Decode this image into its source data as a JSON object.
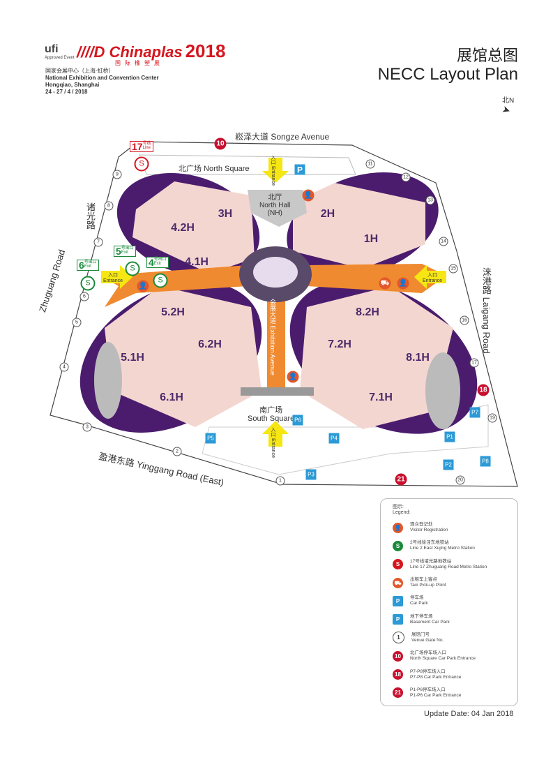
{
  "header": {
    "ufi": "ufi",
    "ufi_sub": "Approved Event",
    "brand": "Chinaplas",
    "brand_cn": "国际橡塑展",
    "year": "2018",
    "venue_cn": "国家会展中心（上海·虹桥）",
    "venue_en": "National Exhibition and Convention Center",
    "city": "Hongqiao, Shanghai",
    "dates": "24 - 27 / 4 / 2018",
    "title_cn": "展馆总图",
    "title_en": "NECC Layout Plan",
    "north": "北N"
  },
  "map": {
    "roads": {
      "north": "崧泽大道 Songze Avenue",
      "west_cn": "诸光路",
      "west_en": "Zhuguang Road",
      "east_cn": "涞港路",
      "east_en": "Laigang Road",
      "south": "盈港东路 Yinggang Road (East)",
      "center_cn": "会展大道",
      "center_en": "Exhibition Avenue"
    },
    "areas": {
      "north_square": "北广场 North Square",
      "south_square_cn": "南广场",
      "south_square_en": "South Square",
      "north_hall_cn": "北厅",
      "north_hall_en": "North Hall",
      "north_hall_abbr": "(NH)"
    },
    "halls": [
      "3H",
      "4.2H",
      "4.1H",
      "2H",
      "1H",
      "5.2H",
      "6.2H",
      "5.1H",
      "6.1H",
      "8.2H",
      "7.2H",
      "8.1H",
      "7.1H"
    ],
    "entrance_cn": "入口",
    "entrance_en": "Entrance",
    "exits": [
      {
        "num": "6",
        "cn": "号出口",
        "en": "Exit"
      },
      {
        "num": "5",
        "cn": "号出口",
        "en": "Exit"
      },
      {
        "num": "4",
        "cn": "号出口",
        "en": "Exit"
      }
    ],
    "line17": {
      "num": "17",
      "cn": "号线",
      "en": "Line"
    },
    "gates": [
      "1",
      "2",
      "3",
      "4",
      "5",
      "6",
      "7",
      "8",
      "9",
      "11",
      "12",
      "13",
      "14",
      "15",
      "16",
      "17",
      "19",
      "20"
    ],
    "car_entrances": [
      "10",
      "18",
      "21"
    ],
    "parking": [
      "P",
      "P5",
      "P6",
      "P4",
      "P3",
      "P1",
      "P2",
      "P7",
      "P8"
    ]
  },
  "legend": {
    "title_cn": "图示:",
    "title_en": "Legend:",
    "items": [
      {
        "icon": "visitor-registration-icon",
        "symbol": "👤",
        "color": "#e2572b",
        "cn": "观众登记处",
        "en": "Visitor Registration"
      },
      {
        "icon": "metro-line2-icon",
        "symbol": "S",
        "color": "#1a8a3a",
        "cn": "2号线徐泾东地铁站",
        "en": "Line 2 East Xujing Metro Station"
      },
      {
        "icon": "metro-line17-icon",
        "symbol": "S",
        "color": "#d5161e",
        "cn": "17号线诸光路地铁站",
        "en": "Line 17 Zhuguang Road Metro Station"
      },
      {
        "icon": "taxi-icon",
        "symbol": "⛟",
        "color": "#e2572b",
        "cn": "出租车上客点",
        "en": "Taxi Pick-up Point"
      },
      {
        "icon": "car-park-icon",
        "symbol": "P",
        "color": "#2b9ad6",
        "cn": "停车场",
        "en": "Car Park"
      },
      {
        "icon": "basement-car-park-icon",
        "symbol": "P",
        "color": "#2b9ad6",
        "cn": "地下停车场",
        "en": "Basement Car Park"
      },
      {
        "icon": "venue-gate-icon",
        "symbol": "1",
        "color": "#ffffff",
        "cn": "展馆门号",
        "en": "Venue Gate No."
      },
      {
        "icon": "north-square-entrance-icon",
        "symbol": "10",
        "color": "#c8102e",
        "cn": "北广场停车场入口",
        "en": "North Square Car Park Entrance"
      },
      {
        "icon": "p7-p8-entrance-icon",
        "symbol": "18",
        "color": "#c8102e",
        "cn": "P7-P8停车场入口",
        "en": "P7-P8 Car Park Entrance"
      },
      {
        "icon": "p1-p6-entrance-icon",
        "symbol": "21",
        "color": "#c8102e",
        "cn": "P1-P6停车场入口",
        "en": "P1-P6 Car Park Entrance"
      }
    ]
  },
  "update": "Update Date: 04 Jan 2018"
}
